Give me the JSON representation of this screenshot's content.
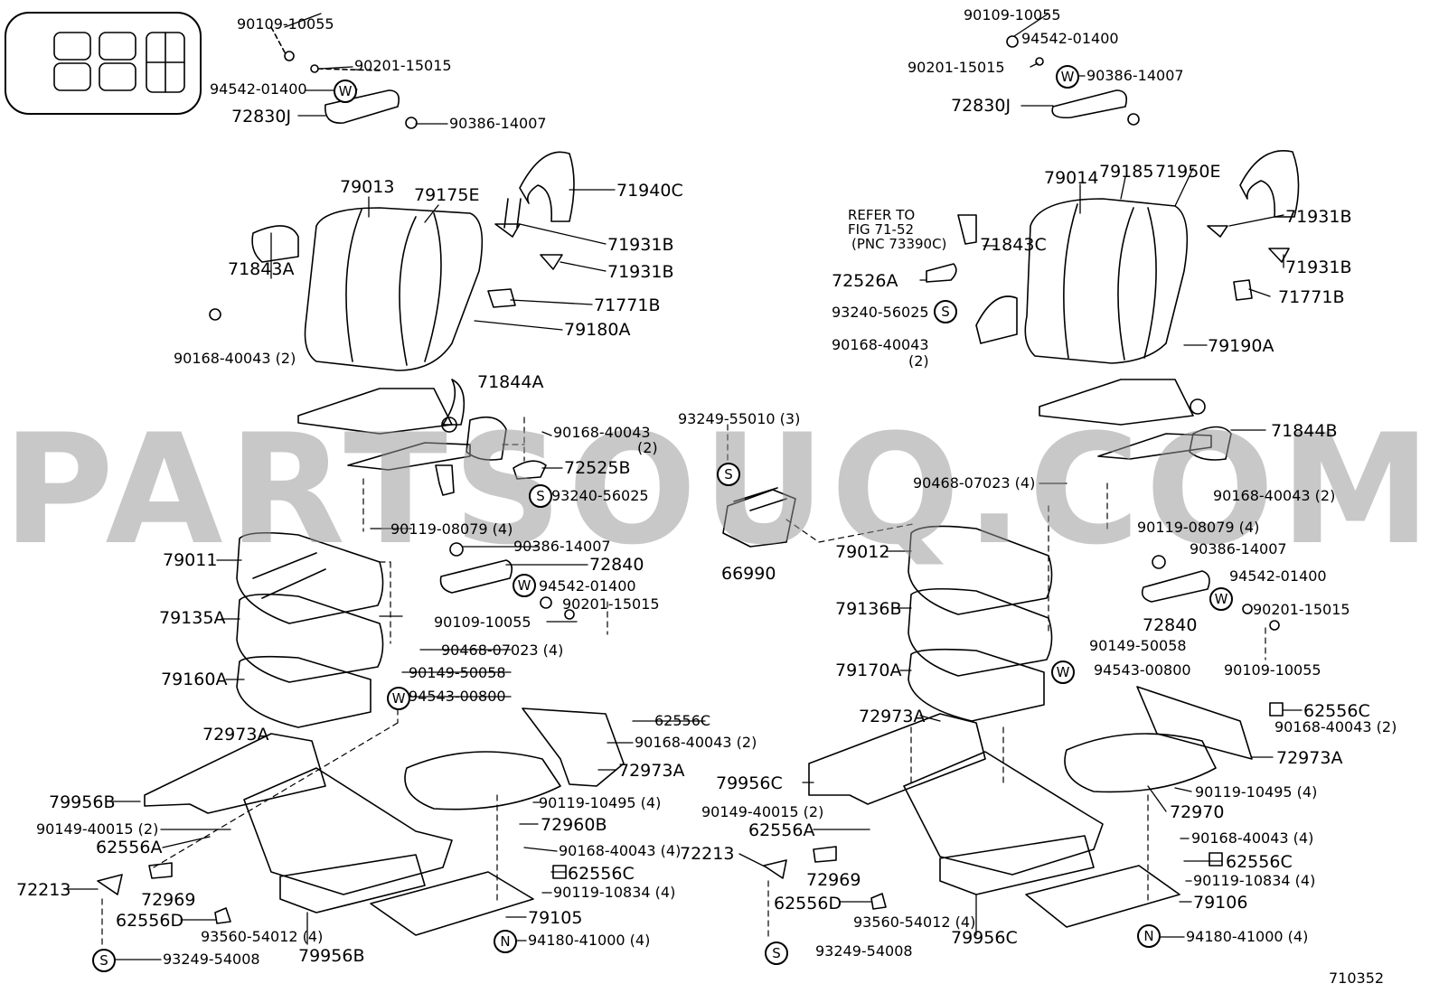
{
  "watermark": "PARTSOUQ.COM",
  "figure_number": "710352",
  "left_assembly": {
    "part_labels": [
      "90109-10055",
      "90201-15015",
      "94542-01400",
      "72830J",
      "90386-14007",
      "79013",
      "79175E",
      "71940C",
      "71931B",
      "71931B",
      "71843A",
      "71771B",
      "79180A",
      "90168-40043 (2)",
      "71844A",
      "90168-40043",
      "(2)",
      "72525B",
      "93240-56025",
      "90119-08079 (4)",
      "90386-14007",
      "79011",
      "72840",
      "94542-01400",
      "90201-15015",
      "79135A",
      "90109-10055",
      "90468-07023 (4)",
      "90149-50058",
      "79160A",
      "94543-00800",
      "62556C",
      "72973A",
      "90168-40043 (2)",
      "72973A",
      "79956B",
      "90119-10495 (4)",
      "72960B",
      "90149-40015 (2)",
      "62556A",
      "90168-40043 (4)",
      "72213",
      "62556C",
      "72969",
      "90119-10834 (4)",
      "62556D",
      "79105",
      "93560-54012 (4)",
      "94180-41000 (4)",
      "79956B",
      "93249-54008"
    ]
  },
  "center_parts": {
    "part_labels": [
      "93249-55010 (3)",
      "66990"
    ]
  },
  "right_assembly": {
    "part_labels": [
      "90109-10055",
      "94542-01400",
      "90201-15015",
      "90386-14007",
      "72830J",
      "79014",
      "79185",
      "71950E",
      "REFER TO",
      "FIG 71-52",
      "(PNC 73390C)",
      "71843C",
      "71931B",
      "71931B",
      "72526A",
      "71771B",
      "93240-56025",
      "90168-40043",
      "(2)",
      "79190A",
      "71844B",
      "90468-07023 (4)",
      "90168-40043 (2)",
      "90119-08079 (4)",
      "90386-14007",
      "79012",
      "94542-01400",
      "90201-15015",
      "79136B",
      "72840",
      "90149-50058",
      "90109-10055",
      "79170A",
      "94543-00800",
      "72973A",
      "62556C",
      "90168-40043 (2)",
      "72973A",
      "79956C",
      "90119-10495 (4)",
      "90149-40015 (2)",
      "72970",
      "62556A",
      "90168-40043 (4)",
      "72213",
      "62556C",
      "72969",
      "90119-10834 (4)",
      "62556D",
      "79106",
      "93560-54012 (4)",
      "94180-41000 (4)",
      "79956C",
      "93249-54008"
    ]
  },
  "symbols": {
    "washer": "W",
    "sealant": "S",
    "nut": "N"
  }
}
